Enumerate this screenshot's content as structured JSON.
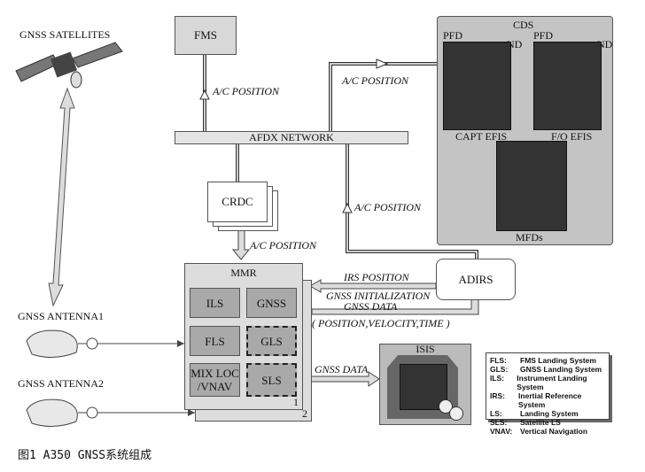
{
  "labels": {
    "satellites": "GNSS SATELLITES",
    "antenna1": "GNSS ANTENNA1",
    "antenna2": "GNSS ANTENNA2"
  },
  "boxes": {
    "fms": "FMS",
    "afdx": "AFDX NETWORK",
    "crdc": "CRDC",
    "mmr": "MMR",
    "mmr_unit1": "1",
    "mmr_unit2": "2",
    "adirs": "ADIRS",
    "isis": "ISIS"
  },
  "mmr_functions": [
    "ILS",
    "GNSS",
    "FLS",
    "GLS",
    "MIX LOC\n/VNAV",
    "SLS"
  ],
  "cds": {
    "title": "CDS",
    "pfd1": "PFD",
    "nd1": "ND",
    "pfd2": "PFD",
    "nd2": "ND",
    "capt": "CAPT EFIS",
    "fo": "F/O EFIS",
    "mfds": "MFDs"
  },
  "flows": {
    "fms_pos": "A/C POSITION",
    "cds_pos": "A/C POSITION",
    "adirs_pos": "A/C POSITION",
    "crdc_pos": "A/C POSITION",
    "irs_pos": "IRS POSITION",
    "gnss_init": "GNSS INITIALIZATION",
    "gnss_data": "GNSS DATA",
    "pvt": "( POSITION,VELOCITY,TIME )",
    "isis_data": "GNSS DATA"
  },
  "legend": [
    {
      "k": "FLS:",
      "v": "FMS Landing System"
    },
    {
      "k": "GLS:",
      "v": "GNSS Landing System"
    },
    {
      "k": "ILS:",
      "v": "Instrument Landing System"
    },
    {
      "k": "IRS:",
      "v": "Inertial Reference System"
    },
    {
      "k": "LS:",
      "v": "Landing System"
    },
    {
      "k": "SLS:",
      "v": "Satellite LS"
    },
    {
      "k": "VNAV:",
      "v": "Vertical Navigation"
    }
  ],
  "caption": "图1 A350 GNSS系统组成"
}
